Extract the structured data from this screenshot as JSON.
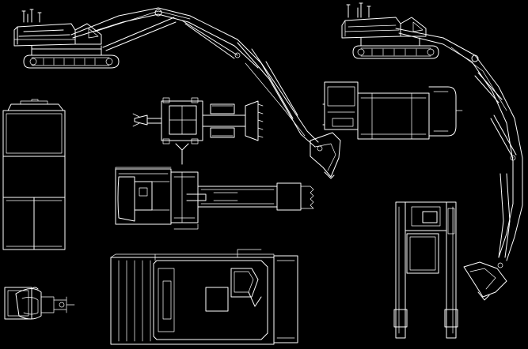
{
  "drawing": {
    "background_color": "#000000",
    "line_color": "#ffffff",
    "views": [
      {
        "name": "excavator-side-view-left"
      },
      {
        "name": "excavator-side-view-right"
      },
      {
        "name": "excavator-rear-view"
      },
      {
        "name": "excavator-plan-view-boom"
      },
      {
        "name": "excavator-plan-view-upper"
      },
      {
        "name": "excavator-plan-view-lower-carriage"
      },
      {
        "name": "excavator-front-view-tracks"
      },
      {
        "name": "excavator-top-view-right"
      },
      {
        "name": "bucket-detail"
      }
    ]
  }
}
